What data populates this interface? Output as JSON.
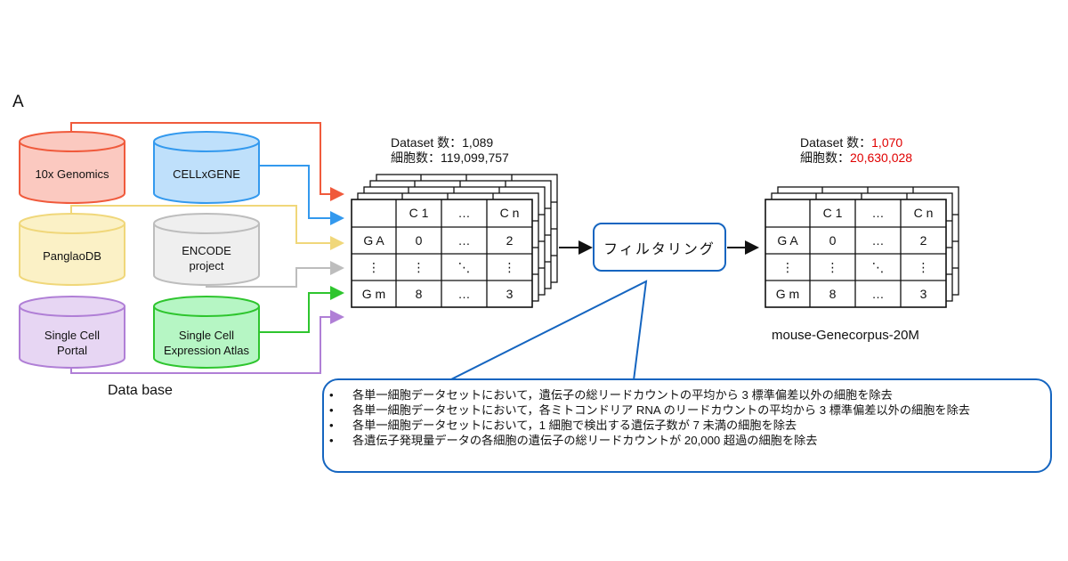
{
  "panel_label": "A",
  "databases": {
    "title": "Data base",
    "items": [
      {
        "id": "10x",
        "label": "10x Genomics",
        "stroke": "#f05a3c",
        "fill": "#fbc9c0"
      },
      {
        "id": "cellxgene",
        "label": "CELLxGENE",
        "stroke": "#3399ee",
        "fill": "#bfe0fb"
      },
      {
        "id": "panglao",
        "label": "PanglaoDB",
        "stroke": "#f0d77a",
        "fill": "#fbf1c6"
      },
      {
        "id": "encode",
        "label": "ENCODE\nproject",
        "label_line1": "ENCODE",
        "label_line2": "project",
        "stroke": "#bdbdbd",
        "fill": "#efefef"
      },
      {
        "id": "scp",
        "label": "Single Cell\nPortal",
        "label_line1": "Single Cell",
        "label_line2": "Portal",
        "stroke": "#b07fd6",
        "fill": "#e7d6f3"
      },
      {
        "id": "sca",
        "label": "Single Cell\nExpression Atlas",
        "label_line1": "Single Cell",
        "label_line2": "Expression Atlas",
        "stroke": "#2ec52e",
        "fill": "#b6f6c4"
      }
    ]
  },
  "raw": {
    "dataset_label": "Dataset 数：",
    "dataset_value": "1,089",
    "cells_label": "細胞数：",
    "cells_value": "119,099,757"
  },
  "filtered": {
    "dataset_label": "Dataset 数：",
    "dataset_value": "1,070",
    "cells_label": "細胞数：",
    "cells_value": "20,630,028",
    "value_color": "#e00000",
    "name": "mouse-Genecorpus-20M"
  },
  "matrix": {
    "header": [
      "",
      "C 1",
      "…",
      "C n"
    ],
    "rows": [
      [
        "G A",
        "0",
        "…",
        "2"
      ],
      [
        "⋮",
        "⋮",
        "⋱",
        "⋮"
      ],
      [
        "G m",
        "8",
        "…",
        "3"
      ]
    ]
  },
  "filter_step": {
    "label": "フィルタリング",
    "accent": "#1565c0"
  },
  "criteria": [
    "各単一細胞データセットにおいて，遺伝子の総リードカウントの平均から 3 標準偏差以外の細胞を除去",
    "各単一細胞データセットにおいて，各ミトコンドリア RNA のリードカウントの平均から 3 標準偏差以外の細胞を除去",
    "各単一細胞データセットにおいて，1 細胞で検出する遺伝子数が 7 未満の細胞を除去",
    "各遺伝子発現量データの各細胞の遺伝子の総リードカウントが 20,000 超過の細胞を除去"
  ]
}
